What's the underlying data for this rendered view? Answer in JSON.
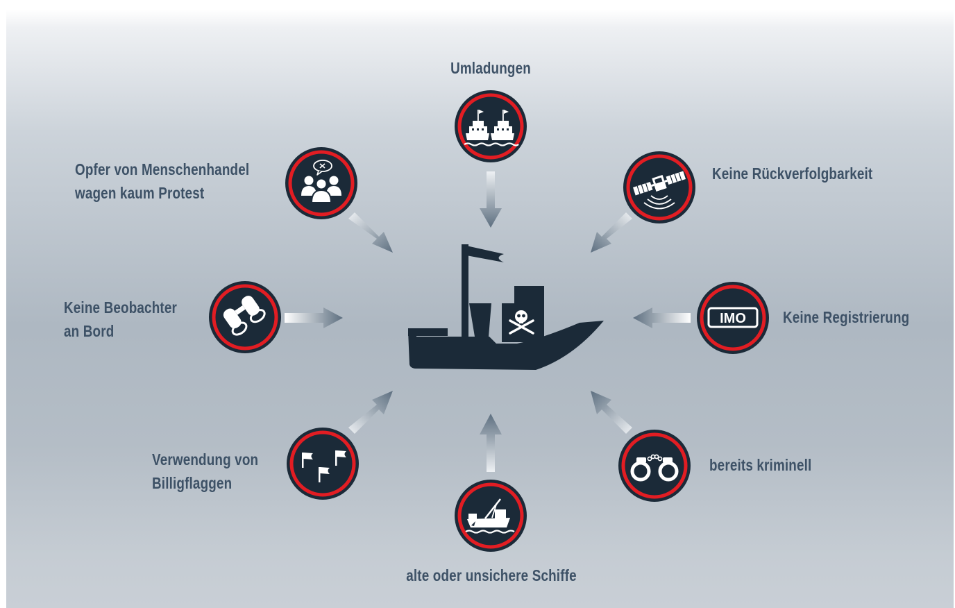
{
  "factors": {
    "top": "Umladungen",
    "top_right": "Keine Rückverfolgbarkeit",
    "right": "Keine Registrierung",
    "right_icon_text": "IMO",
    "bottom_right": "bereits kriminell",
    "bottom": "alte oder unsichere Schiffe",
    "bottom_left": [
      "Verwendung von",
      "Billigflaggen"
    ],
    "left": [
      "Keine Beobachter",
      "an Bord"
    ],
    "top_left": [
      "Opfer von Menschenhandel",
      "wagen kaum Protest"
    ]
  },
  "icons": {
    "top": "two-ships-icon",
    "top_right": "satellite-icon",
    "right": "imo-icon",
    "bottom_right": "handcuffs-icon",
    "bottom": "old-ship-icon",
    "bottom_left": "flags-icon",
    "left": "binoculars-icon",
    "top_left": "protest-people-icon",
    "center": "pirate-ship-icon"
  },
  "colors": {
    "badge_ring": "#e21d23",
    "badge_fill": "#1b2a38",
    "label_text": "#3d5166",
    "ship": "#1b2a38"
  }
}
